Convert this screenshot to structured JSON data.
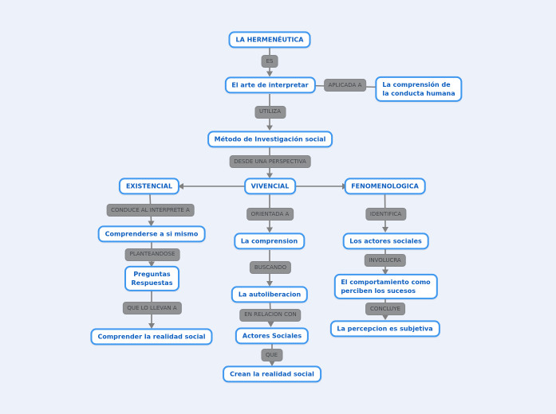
{
  "colors": {
    "background": "#edf1fa",
    "concept_border": "#3f98ef",
    "concept_text": "#1060c0",
    "connector_bg": "#8f9193",
    "connector_text": "#45484b",
    "line": "#808080"
  },
  "nodes": {
    "hermeneutica": "LA HERMENÉUTICA",
    "arte": "El arte de interpretar",
    "conducta": "La comprensión de\nla conducta humana",
    "metodo": "Método de Investigación social",
    "existencial": "EXISTENCIAL",
    "vivencial": "VIVENCIAL",
    "fenomenologica": "FENOMENOLOGICA",
    "comprenderse": "Comprenderse a si mismo",
    "preguntas": "Preguntas\nRespuestas",
    "comprender_realidad": "Comprender la realidad social",
    "comprension": "La comprension",
    "autoliberacion": "La autoliberacion",
    "actores_sociales": "Actores Sociales",
    "crean_realidad": "Crean la realidad social",
    "los_actores": "Los actores sociales",
    "comportamiento": "El comportamiento como\nperciben los sucesos",
    "percepcion": "La percepcion es subjetiva"
  },
  "connectors": {
    "es": "ES",
    "aplicada": "APLICADA A",
    "utiliza": "UTILIZA",
    "desde": "DESDE UNA PERSPECTIVA",
    "conduce": "CONDUCE AL INTERPRETE A",
    "orientada": "ORIENTADA A",
    "identifica": "IDENTIFICA",
    "planteandose": "PLANTEANDOSE",
    "que_llevan": "QUE LO LLEVAN A",
    "buscando": "BUSCANDO",
    "en_relacion": "EN RELACION CON",
    "que": "QUE",
    "involucra": "INVOLUCRA",
    "concluye": "CONCLUYE"
  }
}
